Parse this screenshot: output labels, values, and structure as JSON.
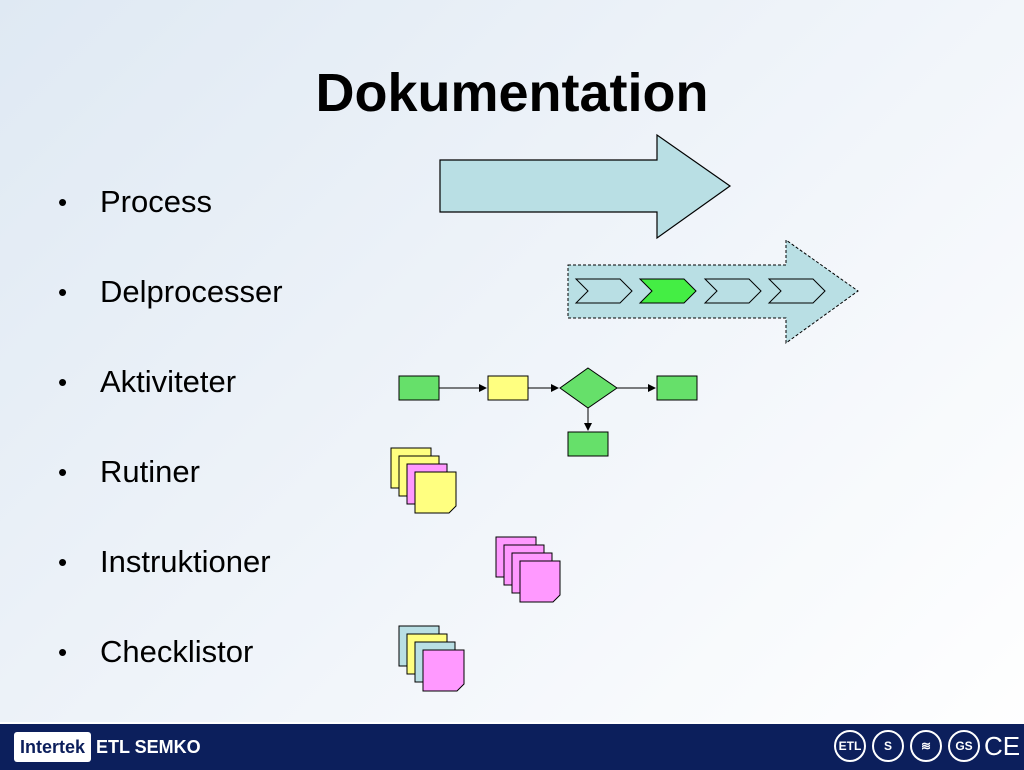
{
  "slide": {
    "title": "Dokumentation",
    "bullet_char": "•",
    "bullets": [
      "Process",
      "Delprocesser",
      "Aktiviteter",
      "Rutiner",
      "Instruktioner",
      "Checklistor"
    ]
  },
  "colors": {
    "teal": "#b9dfe4",
    "green": "#66e06a",
    "bright_green": "#44ee44",
    "yellow": "#ffff80",
    "pink": "#ff99ff",
    "footer": "#0c1f5c"
  },
  "footer": {
    "logo_text": "Intertek",
    "brand": "ETL SEMKO",
    "cert_marks": [
      {
        "icon": "etl-mark-icon",
        "glyph": "ETL"
      },
      {
        "icon": "s-mark-icon",
        "glyph": "S"
      },
      {
        "icon": "semko-mark-icon",
        "glyph": "≋"
      },
      {
        "icon": "gs-mark-icon",
        "glyph": "GS"
      },
      {
        "icon": "ce-mark-icon",
        "glyph": "CE"
      }
    ]
  }
}
